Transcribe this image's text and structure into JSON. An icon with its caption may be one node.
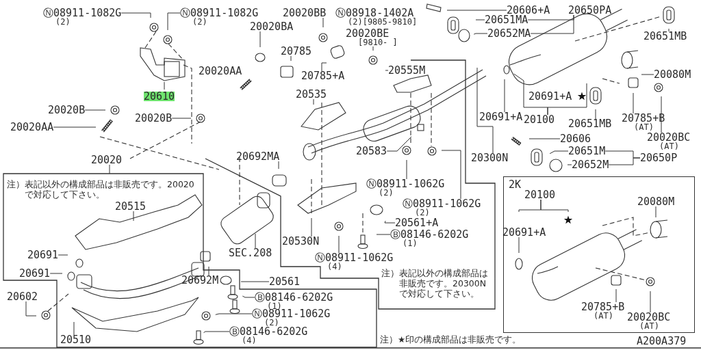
{
  "diagram": {
    "nodes": [
      {
        "text": [
          "Ⓝ08911-1082G",
          "(2)"
        ]
      },
      {
        "text": [
          "Ⓝ08911-1082G",
          "(2)"
        ]
      },
      {
        "text": [
          "20020BB"
        ]
      },
      {
        "text": [
          "Ⓝ08918-1402A",
          "(2)[9805-9810]"
        ]
      },
      {
        "text": [
          "20020BA"
        ]
      },
      {
        "text": [
          "20020BE",
          "[9810- ]"
        ]
      },
      {
        "text": [
          "20785"
        ]
      },
      {
        "text": [
          "20610"
        ]
      },
      {
        "text": [
          "20020AA"
        ]
      },
      {
        "text": [
          "20785+A"
        ]
      },
      {
        "text": [
          "20555M"
        ]
      },
      {
        "text": [
          "20535"
        ]
      },
      {
        "text": [
          "20020B"
        ]
      },
      {
        "text": [
          "20020AA"
        ]
      },
      {
        "text": [
          "20020B"
        ]
      },
      {
        "text": [
          "20020"
        ]
      },
      {
        "text": [
          "20583"
        ]
      },
      {
        "text": [
          "20692MA"
        ]
      },
      {
        "text": [
          "Ⓝ08911-1062G",
          "(2)"
        ]
      },
      {
        "text": [
          "Ⓝ08911-1062G",
          "(2)"
        ]
      },
      {
        "text": [
          "20561+A"
        ]
      },
      {
        "text": [
          "20530N"
        ]
      },
      {
        "text": [
          "Ⓑ08146-6202G",
          "(1)"
        ]
      },
      {
        "text": [
          "Ⓝ08911-1062G",
          "(4)"
        ]
      },
      {
        "text": [
          "SEC.208"
        ]
      },
      {
        "text": [
          "20602"
        ]
      },
      {
        "text": [
          "注）表記以外の構成部品は非販売です。20020 で対応して下さい。"
        ]
      },
      {
        "text": [
          "20515"
        ],
        "in": 26
      },
      {
        "text": [
          "20691"
        ],
        "in": 26
      },
      {
        "text": [
          "20691"
        ],
        "in": 26
      },
      {
        "text": [
          "20692M"
        ],
        "in": 26
      },
      {
        "text": [
          "20561"
        ],
        "in": 26
      },
      {
        "text": [
          "Ⓑ08146-6202G",
          "(1)"
        ],
        "in": 26
      },
      {
        "text": [
          "Ⓝ08911-1062G",
          "(2)"
        ],
        "in": 26
      },
      {
        "text": [
          "Ⓑ08146-6202G",
          "(4)"
        ],
        "in": 26
      },
      {
        "text": [
          "20510"
        ],
        "in": 26
      },
      {
        "text": [
          "20606+A"
        ]
      },
      {
        "text": [
          "20650PA"
        ]
      },
      {
        "text": [
          "20651MA"
        ]
      },
      {
        "text": [
          "20652MA"
        ]
      },
      {
        "text": [
          "20651MB"
        ]
      },
      {
        "text": [
          "20080M"
        ]
      },
      {
        "text": [
          "20691+A"
        ]
      },
      {
        "text": [
          "20691+A"
        ]
      },
      {
        "text": [
          "20100"
        ]
      },
      {
        "text": [
          "20651MB"
        ]
      },
      {
        "text": [
          "20785+B",
          "(AT)"
        ]
      },
      {
        "text": [
          "20020BC",
          "(AT)"
        ]
      },
      {
        "text": [
          "20606"
        ]
      },
      {
        "text": [
          "20300N"
        ]
      },
      {
        "text": [
          "20651M"
        ]
      },
      {
        "text": [
          "20652M"
        ]
      },
      {
        "text": [
          "20650P"
        ]
      },
      {
        "text": [
          "2K"
        ]
      },
      {
        "text": [
          "20100"
        ],
        "in": 53
      },
      {
        "text": [
          "20691+A"
        ],
        "in": 53
      },
      {
        "text": [
          "20080M"
        ],
        "in": 53
      },
      {
        "text": [
          "20785+B",
          "(AT)"
        ],
        "in": 53
      },
      {
        "text": [
          "20020BC",
          "(AT)"
        ],
        "in": 53
      }
    ],
    "edges": [
      {
        "from": 0,
        "to": null,
        "arrow": "none"
      },
      {
        "from": 1,
        "to": null,
        "arrow": "none"
      },
      {
        "from": 2,
        "to": null,
        "arrow": "none"
      },
      {
        "from": 5,
        "to": null,
        "arrow": "none"
      },
      {
        "from": 4,
        "to": null,
        "arrow": "none"
      },
      {
        "from": 6,
        "to": null,
        "arrow": "none"
      },
      {
        "from": 7,
        "to": null,
        "arrow": "none"
      },
      {
        "from": 9,
        "to": null,
        "arrow": "none"
      },
      {
        "from": 10,
        "to": null,
        "arrow": "none"
      },
      {
        "from": 11,
        "to": null,
        "arrow": "none"
      },
      {
        "from": 12,
        "to": null,
        "arrow": "none"
      },
      {
        "from": 13,
        "to": null,
        "arrow": "none"
      },
      {
        "from": 14,
        "to": null,
        "arrow": "none"
      },
      {
        "from": 15,
        "to": 26,
        "arrow": "none"
      },
      {
        "from": 16,
        "to": null,
        "arrow": "none"
      },
      {
        "from": 17,
        "to": null,
        "arrow": "none"
      },
      {
        "from": 18,
        "to": null,
        "arrow": "none"
      },
      {
        "from": 19,
        "to": null,
        "arrow": "none"
      },
      {
        "from": 20,
        "to": null,
        "arrow": "none"
      },
      {
        "from": 21,
        "to": null,
        "arrow": "none"
      },
      {
        "from": 22,
        "to": null,
        "arrow": "none"
      },
      {
        "from": 23,
        "to": null,
        "arrow": "none"
      },
      {
        "from": 24,
        "to": null,
        "arrow": "none"
      },
      {
        "from": 25,
        "to": null,
        "arrow": "none"
      },
      {
        "from": 27,
        "to": null,
        "arrow": "none"
      },
      {
        "from": 28,
        "to": null,
        "arrow": "none"
      },
      {
        "from": 29,
        "to": null,
        "arrow": "none"
      },
      {
        "from": 30,
        "to": null,
        "arrow": "none"
      },
      {
        "from": 31,
        "to": null,
        "arrow": "none"
      },
      {
        "from": 32,
        "to": null,
        "arrow": "none"
      },
      {
        "from": 33,
        "to": null,
        "arrow": "none"
      },
      {
        "from": 34,
        "to": null,
        "arrow": "none"
      },
      {
        "from": 35,
        "to": null,
        "arrow": "none"
      },
      {
        "from": 36,
        "to": null,
        "arrow": "none"
      },
      {
        "from": 38,
        "to": null,
        "arrow": "none"
      },
      {
        "from": 39,
        "to": null,
        "arrow": "none"
      },
      {
        "from": 38,
        "to": 37,
        "arrow": "none"
      },
      {
        "from": 39,
        "to": 37,
        "arrow": "none"
      },
      {
        "from": 40,
        "to": null,
        "arrow": "none"
      },
      {
        "from": 41,
        "to": null,
        "arrow": "none"
      },
      {
        "from": 44,
        "to": null,
        "arrow": "none"
      },
      {
        "from": 44,
        "to": null,
        "arrow": "none"
      },
      {
        "from": 43,
        "to": null,
        "arrow": "none"
      },
      {
        "from": 49,
        "to": null,
        "arrow": "none"
      },
      {
        "from": 45,
        "to": null,
        "arrow": "none"
      },
      {
        "from": 46,
        "to": null,
        "arrow": "none"
      },
      {
        "from": 47,
        "to": null,
        "arrow": "none"
      },
      {
        "from": 48,
        "to": null,
        "arrow": "none"
      },
      {
        "from": 50,
        "to": null,
        "arrow": "none"
      },
      {
        "from": 51,
        "to": null,
        "arrow": "none"
      },
      {
        "from": 50,
        "to": 52,
        "arrow": "none"
      },
      {
        "from": 51,
        "to": 52,
        "arrow": "none"
      },
      {
        "from": 54,
        "to": null,
        "arrow": "none"
      },
      {
        "from": 54,
        "to": null,
        "arrow": "none"
      },
      {
        "from": 55,
        "to": null,
        "arrow": "none"
      },
      {
        "from": 56,
        "to": null,
        "arrow": "none"
      },
      {
        "from": 57,
        "to": null,
        "arrow": "none"
      },
      {
        "from": 58,
        "to": null,
        "arrow": "none"
      }
    ],
    "labels": [
      "注）表記以外の構成部品は非販売です。20300N で対応して下さい。",
      "注）★印の構成部品は非販売です。",
      "A200A379"
    ]
  }
}
